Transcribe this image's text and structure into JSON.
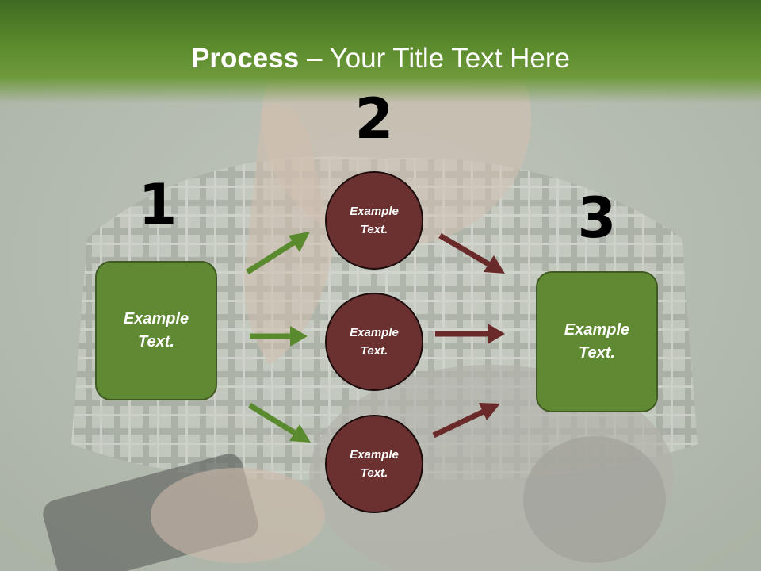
{
  "title": {
    "bold": "Process",
    "rest": " – Your Title Text Here"
  },
  "steps": [
    "1",
    "2",
    "3"
  ],
  "left_box": {
    "text": "Example Text."
  },
  "right_box": {
    "text": "Example Text."
  },
  "circles": [
    {
      "text": "Example Text."
    },
    {
      "text": "Example Text."
    },
    {
      "text": "Example Text."
    }
  ],
  "colors": {
    "header_green": "#5b8b2c",
    "box_green": "#5f8a33",
    "circle_maroon": "#6b3131",
    "arrow_green": "#5a8a2e",
    "arrow_maroon": "#6b2a2a"
  }
}
